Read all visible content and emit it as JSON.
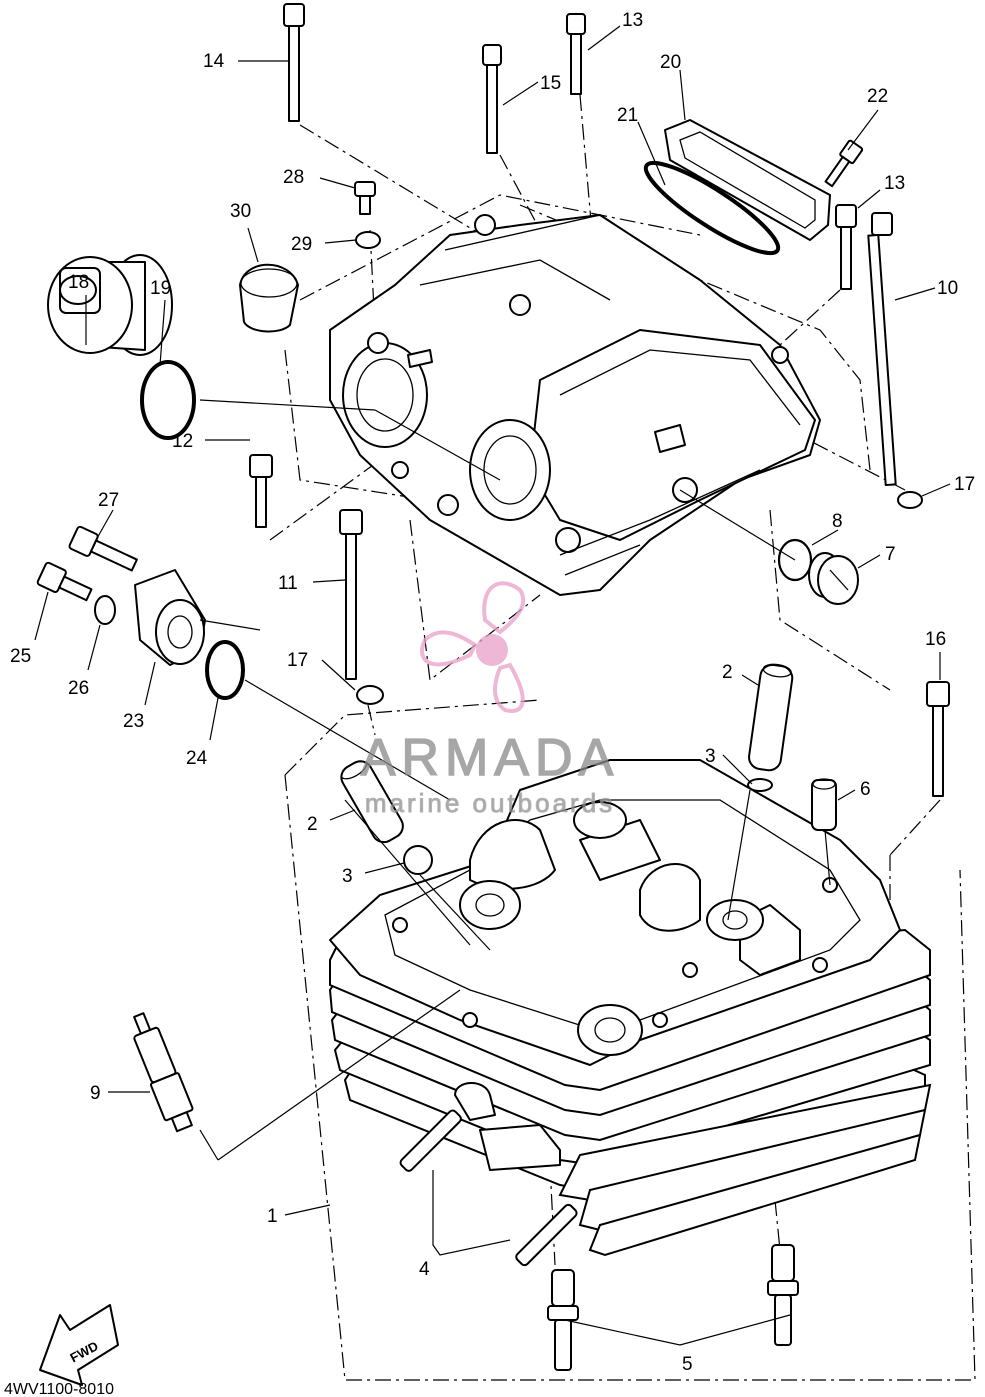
{
  "diagram": {
    "code": "4WV1100-8010",
    "fwd_label": "FWD",
    "callouts": [
      {
        "id": "c1",
        "text": "1"
      },
      {
        "id": "c2a",
        "text": "2"
      },
      {
        "id": "c2b",
        "text": "2"
      },
      {
        "id": "c3a",
        "text": "3"
      },
      {
        "id": "c3b",
        "text": "3"
      },
      {
        "id": "c4",
        "text": "4"
      },
      {
        "id": "c5",
        "text": "5"
      },
      {
        "id": "c6",
        "text": "6"
      },
      {
        "id": "c7",
        "text": "7"
      },
      {
        "id": "c8",
        "text": "8"
      },
      {
        "id": "c9",
        "text": "9"
      },
      {
        "id": "c10",
        "text": "10"
      },
      {
        "id": "c11",
        "text": "11"
      },
      {
        "id": "c12",
        "text": "12"
      },
      {
        "id": "c13a",
        "text": "13"
      },
      {
        "id": "c13b",
        "text": "13"
      },
      {
        "id": "c14",
        "text": "14"
      },
      {
        "id": "c15",
        "text": "15"
      },
      {
        "id": "c16",
        "text": "16"
      },
      {
        "id": "c17a",
        "text": "17"
      },
      {
        "id": "c17b",
        "text": "17"
      },
      {
        "id": "c18",
        "text": "18"
      },
      {
        "id": "c19",
        "text": "19"
      },
      {
        "id": "c20",
        "text": "20"
      },
      {
        "id": "c21",
        "text": "21"
      },
      {
        "id": "c22",
        "text": "22"
      },
      {
        "id": "c23",
        "text": "23"
      },
      {
        "id": "c24",
        "text": "24"
      },
      {
        "id": "c25",
        "text": "25"
      },
      {
        "id": "c26",
        "text": "26"
      },
      {
        "id": "c27",
        "text": "27"
      },
      {
        "id": "c28",
        "text": "28"
      },
      {
        "id": "c29",
        "text": "29"
      },
      {
        "id": "c30",
        "text": "30"
      }
    ]
  },
  "watermark": {
    "brand": "ARMADA",
    "tagline": "marine outboards",
    "accent": "#e8a0c8"
  }
}
